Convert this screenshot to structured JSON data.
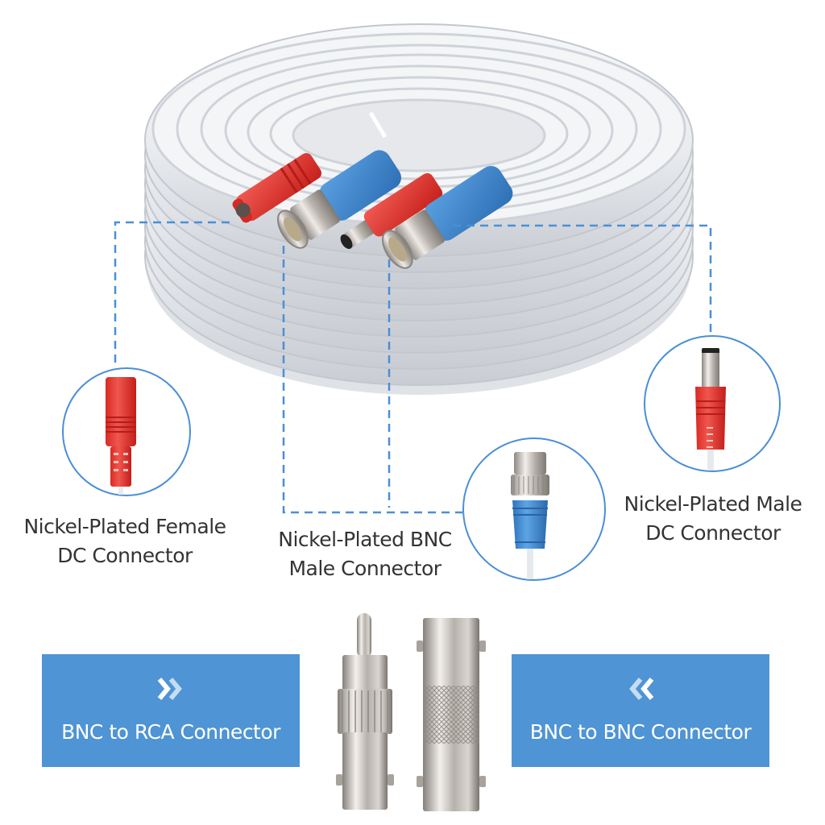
{
  "colors": {
    "accent_blue": "#4f94d4",
    "callout_line": "#4a8fd6",
    "red_plug": "#e8302b",
    "blue_plug": "#3f86d0",
    "cable_white": "#eef0f3",
    "nickel": "#c9c6c2",
    "text": "#333333"
  },
  "product": {
    "name": "white-coaxial-siamese-cable-coil",
    "connectors_on_coil": [
      "red-female-dc",
      "bnc-male",
      "red-male-dc",
      "bnc-male"
    ]
  },
  "callouts": [
    {
      "id": "female-dc",
      "line1": "Nickel-Plated Female",
      "line2": "DC Connector",
      "icon": "red-female-dc-plug"
    },
    {
      "id": "bnc-male",
      "line1": "Nickel-Plated BNC",
      "line2": "Male Connector",
      "icon": "blue-bnc-male-plug"
    },
    {
      "id": "male-dc",
      "line1": "Nickel-Plated Male",
      "line2": "DC Connector",
      "icon": "red-male-dc-plug"
    }
  ],
  "adapters": [
    {
      "id": "bnc-to-rca",
      "label": "BNC to RCA Connector",
      "arrow": "double-chevron-right"
    },
    {
      "id": "bnc-to-bnc",
      "label": "BNC to BNC Connector",
      "arrow": "double-chevron-left"
    }
  ]
}
